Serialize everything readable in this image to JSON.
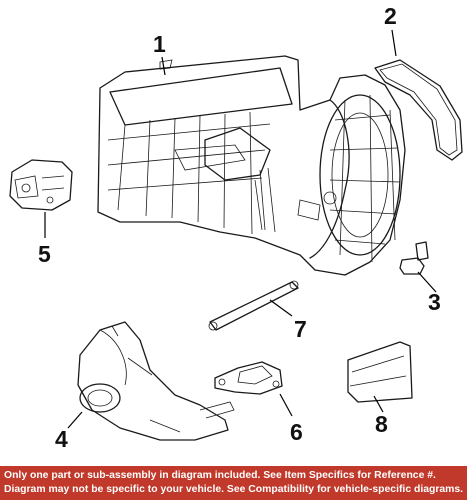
{
  "callouts": {
    "c1": "1",
    "c2": "2",
    "c3": "3",
    "c4": "4",
    "c5": "5",
    "c6": "6",
    "c7": "7",
    "c8": "8"
  },
  "footer": {
    "line1": "Only one part or sub-assembly in diagram included. See Item Specifics for Reference #.",
    "line2": "Diagram may not be specific to your vehicle. See Compatibility for vehicle-specific diagrams.",
    "background_color": "#c0392b"
  }
}
